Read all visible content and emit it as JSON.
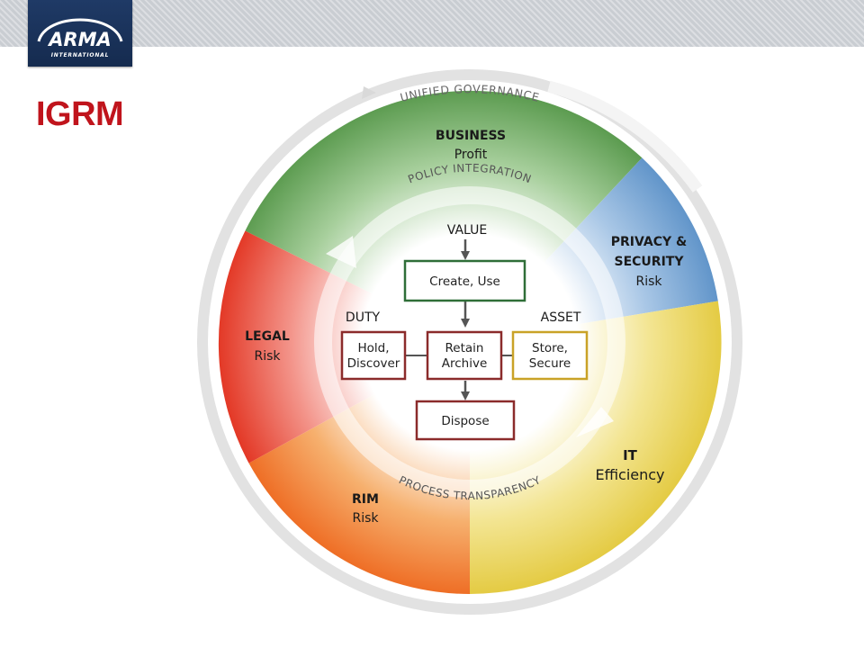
{
  "slide": {
    "title": "IGRM"
  },
  "logo": {
    "text": "ARMA",
    "subtext": "INTERNATIONAL"
  },
  "diagram": {
    "outer_ring": "UNIFIED GOVERNANCE",
    "inner_top": "POLICY INTEGRATION",
    "inner_bottom": "PROCESS TRANSPARENCY",
    "segments": {
      "business": {
        "title": "BUSINESS",
        "subtitle": "Profit",
        "color": "#5a9a4e"
      },
      "privacy": {
        "title_line1": "PRIVACY &",
        "title_line2": "SECURITY",
        "subtitle": "Risk",
        "color": "#5f94c9"
      },
      "it": {
        "title": "IT",
        "subtitle": "Efficiency",
        "color": "#e6cf45"
      },
      "rim": {
        "title": "RIM",
        "subtitle": "Risk",
        "color": "#ef7a28"
      },
      "legal": {
        "title": "LEGAL",
        "subtitle": "Risk",
        "color": "#e53f2c"
      }
    },
    "labels": {
      "value": "VALUE",
      "duty": "DUTY",
      "asset": "ASSET"
    },
    "boxes": {
      "create": {
        "text": "Create, Use",
        "border": "#2f6e38"
      },
      "hold": {
        "line1": "Hold,",
        "line2": "Discover",
        "border": "#8b2b2b"
      },
      "retain": {
        "line1": "Retain",
        "line2": "Archive",
        "border": "#8b2b2b"
      },
      "store": {
        "line1": "Store,",
        "line2": "Secure",
        "border": "#c9a227"
      },
      "dispose": {
        "text": "Dispose",
        "border": "#8b2b2b"
      }
    }
  }
}
